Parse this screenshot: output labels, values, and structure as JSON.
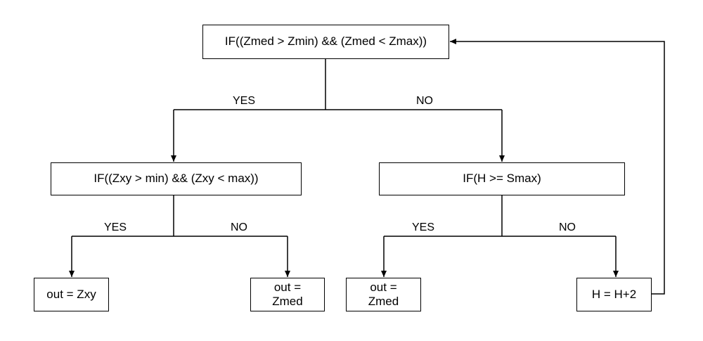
{
  "nodes": {
    "root": "IF((Zmed > Zmin) && (Zmed < Zmax))",
    "left": "IF((Zxy > min) && (Zxy < max))",
    "right": "IF(H >= Smax)",
    "leaf_1": "out = Zxy",
    "leaf_2_line1": "out =",
    "leaf_2_line2": "Zmed",
    "leaf_3_line1": "out =",
    "leaf_3_line2": "Zmed",
    "leaf_4": "H = H+2"
  },
  "edges": {
    "root_yes": "YES",
    "root_no": "NO",
    "left_yes": "YES",
    "left_no": "NO",
    "right_yes": "YES",
    "right_no": "NO"
  },
  "colors": {
    "stroke": "#000000",
    "background": "#ffffff"
  }
}
